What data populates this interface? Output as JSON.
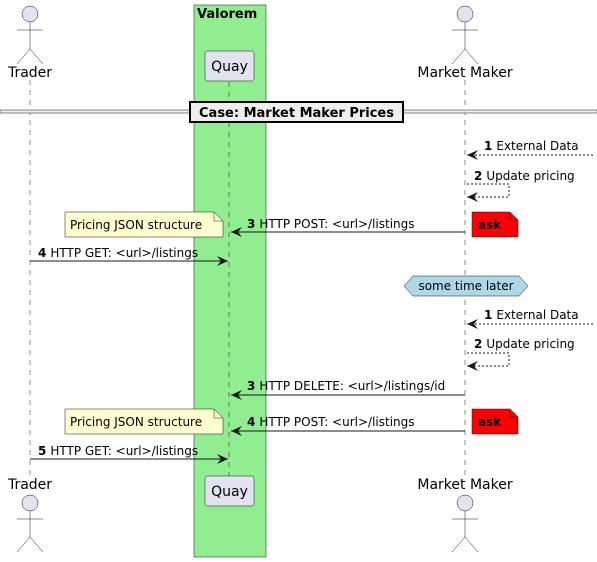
{
  "box": {
    "title": "Valorem",
    "fill": "#90EE90"
  },
  "participants": {
    "trader": "Trader",
    "quay": "Quay",
    "market_maker": "Market Maker"
  },
  "divider": {
    "label": "Case: Market Maker Prices"
  },
  "delay": {
    "label": "some time later",
    "fill": "#ADD8E6"
  },
  "messages": [
    {
      "num": "1",
      "text": "External Data"
    },
    {
      "num": "2",
      "text": "Update pricing"
    },
    {
      "num": "3",
      "text": "HTTP POST: <url>/listings"
    },
    {
      "num": "4",
      "text": "HTTP GET: <url>/listings"
    },
    {
      "num": "1",
      "text": "External Data"
    },
    {
      "num": "2",
      "text": "Update pricing"
    },
    {
      "num": "3",
      "text": "HTTP DELETE: <url>/listings/id"
    },
    {
      "num": "4",
      "text": "HTTP POST: <url>/listings"
    },
    {
      "num": "5",
      "text": "HTTP GET: <url>/listings"
    }
  ],
  "notes": [
    {
      "text": "Pricing JSON structure",
      "fill": "#FEFECE"
    },
    {
      "text": "ask",
      "fill": "#FF0000"
    },
    {
      "text": "Pricing JSON structure",
      "fill": "#FEFECE"
    },
    {
      "text": "ask",
      "fill": "#FF0000"
    }
  ]
}
